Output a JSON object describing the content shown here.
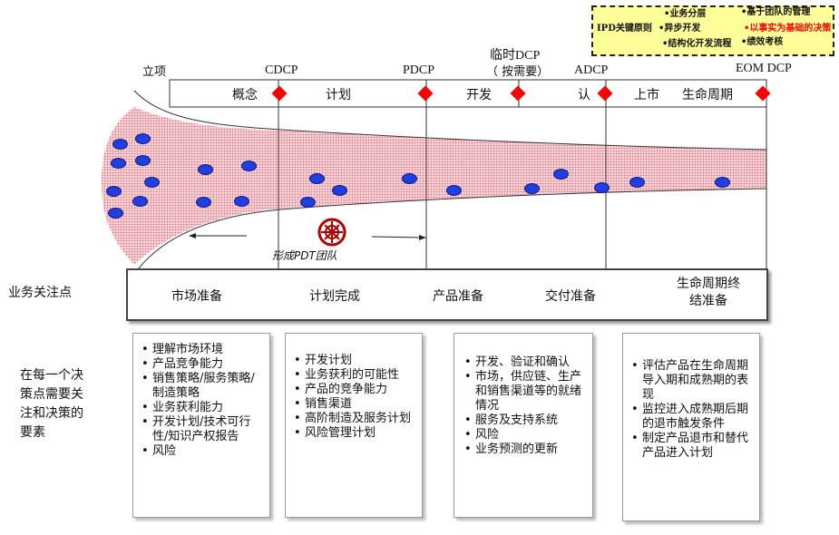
{
  "ipd_box": {
    "col1_header": "IPD关键原则",
    "col1_items": [
      "•业务分层",
      "•异步开发",
      "•结构化开发流程"
    ],
    "col2_items": [
      "•基于团队的管理",
      "•以事实为基础的决策",
      "•绩效考核"
    ]
  },
  "milestones": {
    "lixiang": "立项",
    "cdcp": "CDCP",
    "pdcp": "PDCP",
    "temp_dcp_line1": "临时DCP",
    "temp_dcp_line2": "（  按需要）",
    "adcp": "ADCP",
    "eom_dcp": "EOM DCP"
  },
  "phases": [
    "概念",
    "计划",
    "开发",
    "认",
    "上市",
    "生命周期"
  ],
  "funnel": {
    "team_label": "形成PDT团队",
    "fill_color": "#f2a0a8",
    "ball_color": "#1f3fe0",
    "diamond_color": "#ff0000"
  },
  "left_labels": {
    "focus": "业务关注点",
    "decision": "在每一个决策点需要关注和决策的要素"
  },
  "focus_points": [
    "市场准备",
    "计划完成",
    "产品准备",
    "交付准备",
    "生命周期终结准备"
  ],
  "cards": [
    {
      "items": [
        "理解市场环境",
        "产品竞争能力",
        "销售策略/服务策略/制造策略",
        "业务获利能力",
        "开发计划/技术可行性/知识产权报告",
        "风险"
      ]
    },
    {
      "items": [
        "开发计划",
        "业务获利的可能性",
        "产品的竞争能力",
        "销售渠道",
        "高阶制造及服务计划",
        " 风险管理计划"
      ]
    },
    {
      "items": [
        "开发、验证和确认",
        "市场，供应链、生产和销售渠道等的就绪情况",
        "服务及支持系统",
        "风险",
        "业务预测的更新"
      ]
    },
    {
      "items": [
        "评估产品在生命周期导入期和成熟期的表现",
        "监控进入成熟期后期的退市触发条件",
        "制定产品退市和替代产品进入计划"
      ]
    }
  ]
}
